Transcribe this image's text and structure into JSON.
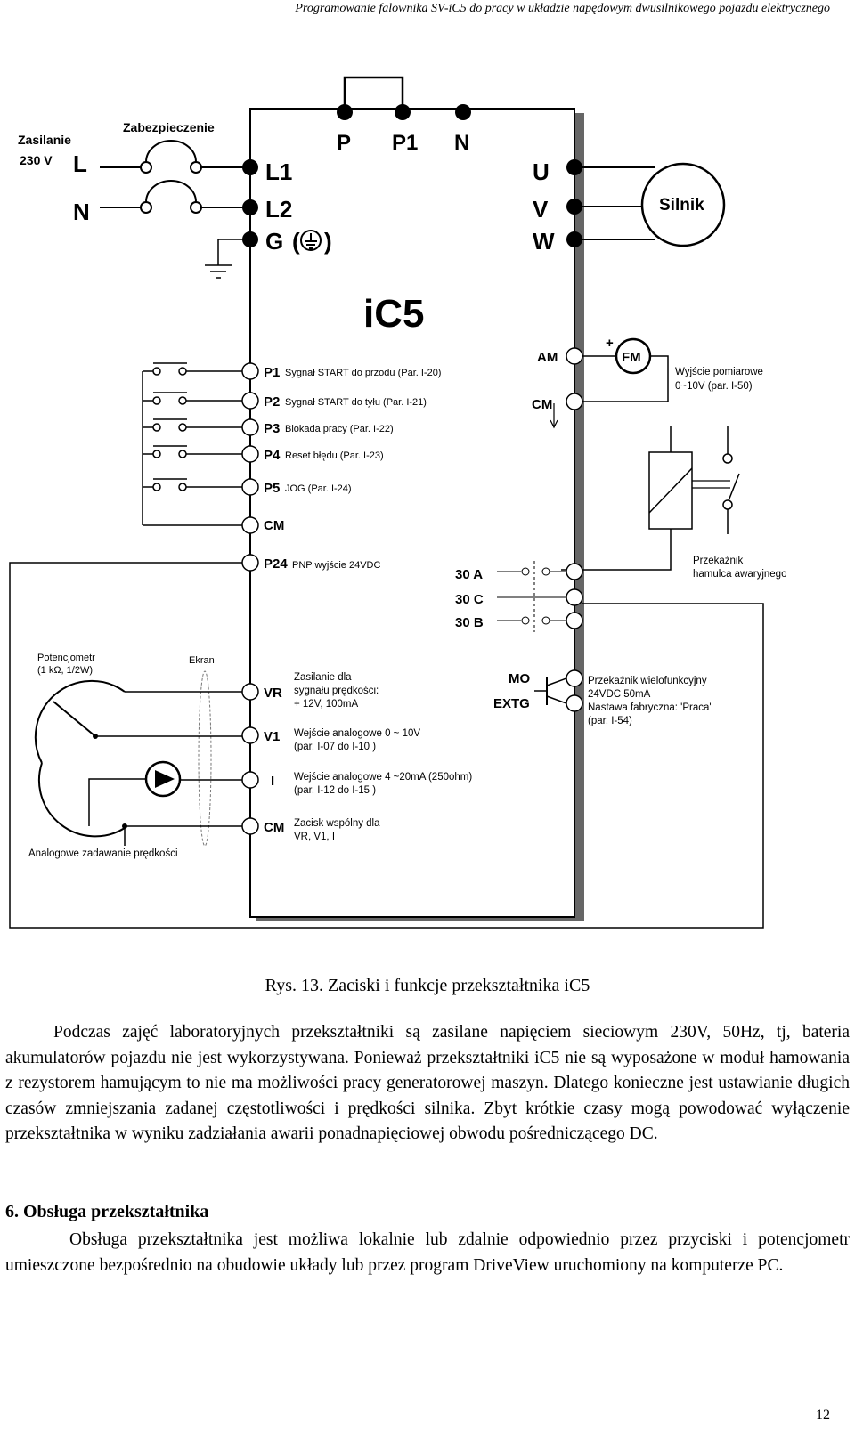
{
  "header": {
    "title": "Programowanie falownika SV-iC5 do pracy w układzie napędowym dwusilnikowego pojazdu elektrycznego"
  },
  "diagram": {
    "device_name": "iC5",
    "supply": {
      "label": "Zasilanie",
      "voltage": "230 V",
      "line": "L",
      "neutral": "N",
      "protection": "Zabezpieczenie"
    },
    "input_terminals": [
      "L1",
      "L2",
      "G"
    ],
    "dc_terminals": [
      "P",
      "P1",
      "N"
    ],
    "output_terminals": [
      "U",
      "V",
      "W"
    ],
    "motor": "Silnik",
    "digital_inputs": [
      {
        "name": "P1",
        "desc": "Sygnał START do przodu (Par. I-20)"
      },
      {
        "name": "P2",
        "desc": "Sygnał START do tyłu (Par. I-21)"
      },
      {
        "name": "P3",
        "desc": "Blokada pracy (Par. I-22)"
      },
      {
        "name": "P4",
        "desc": "Reset błędu    (Par. I-23)"
      },
      {
        "name": "P5",
        "desc": "JOG (Par. I-24)"
      }
    ],
    "cm": "CM",
    "p24": {
      "name": "P24",
      "desc": "PNP wyjście 24VDC"
    },
    "analog_output": {
      "am": "AM",
      "cm": "CM",
      "meter": "FM",
      "plus": "+",
      "desc1": "Wyjście pomiarowe",
      "desc2": "0~10V      (par. I-50)"
    },
    "relay_terminals": [
      "30 A",
      "30 C",
      "30 B"
    ],
    "brake_relay": {
      "line1": "Przekaźnik",
      "line2": "hamulca awaryjnego"
    },
    "multi_relay": {
      "mo": "MO",
      "extg": "EXTG",
      "lines": [
        "Przekaźnik wielofunkcyjny",
        "24VDC 50mA",
        "Nastawa fabryczna: 'Praca'",
        "(par. I-54)"
      ]
    },
    "analog_inputs": [
      {
        "name": "VR",
        "lines": [
          "Zasilanie dla",
          "sygnału prędkości:",
          "+ 12V, 100mA"
        ]
      },
      {
        "name": "V1",
        "lines": [
          "Wejście analogowe 0 ~ 10V",
          "(par. I-07 do I-10 )"
        ]
      },
      {
        "name": "I",
        "lines": [
          "Wejście analogowe 4 ~20mA (250ohm)",
          "(par. I-12 do I-15 )"
        ]
      },
      {
        "name": "CM",
        "lines": [
          "Zacisk wspólny dla",
          "VR, V1, I"
        ]
      }
    ],
    "potentiometer": {
      "line1": "Potencjometr",
      "line2": "(1 kΩ, 1/2W)"
    },
    "shield": "Ekran",
    "analog_setting": "Analogowe zadawanie prędkości"
  },
  "caption": "Rys. 13. Zaciski i funkcje przekształtnika iC5",
  "paragraph1": "Podczas zajęć  laboratoryjnych przekształtniki są zasilane napięciem sieciowym 230V, 50Hz, tj, bateria akumulatorów pojazdu nie jest wykorzystywana. Ponieważ przekształtniki iC5 nie są wyposażone w moduł hamowania z rezystorem hamującym to nie ma możliwości pracy generatorowej maszyn. Dlatego konieczne jest ustawianie długich czasów zmniejszania zadanej częstotliwości i prędkości silnika. Zbyt krótkie czasy mogą powodować wyłączenie przekształtnika w wyniku zadziałania awarii ponadnapięciowej obwodu pośredniczącego DC.",
  "section_heading": "6. Obsługa przekształtnika",
  "paragraph2": "Obsługa przekształtnika jest możliwa lokalnie lub zdalnie odpowiednio przez przyciski i potencjometr umieszczone bezpośrednio na obudowie układy lub przez program DriveView uruchomiony na komputerze PC.",
  "page_number": "12"
}
